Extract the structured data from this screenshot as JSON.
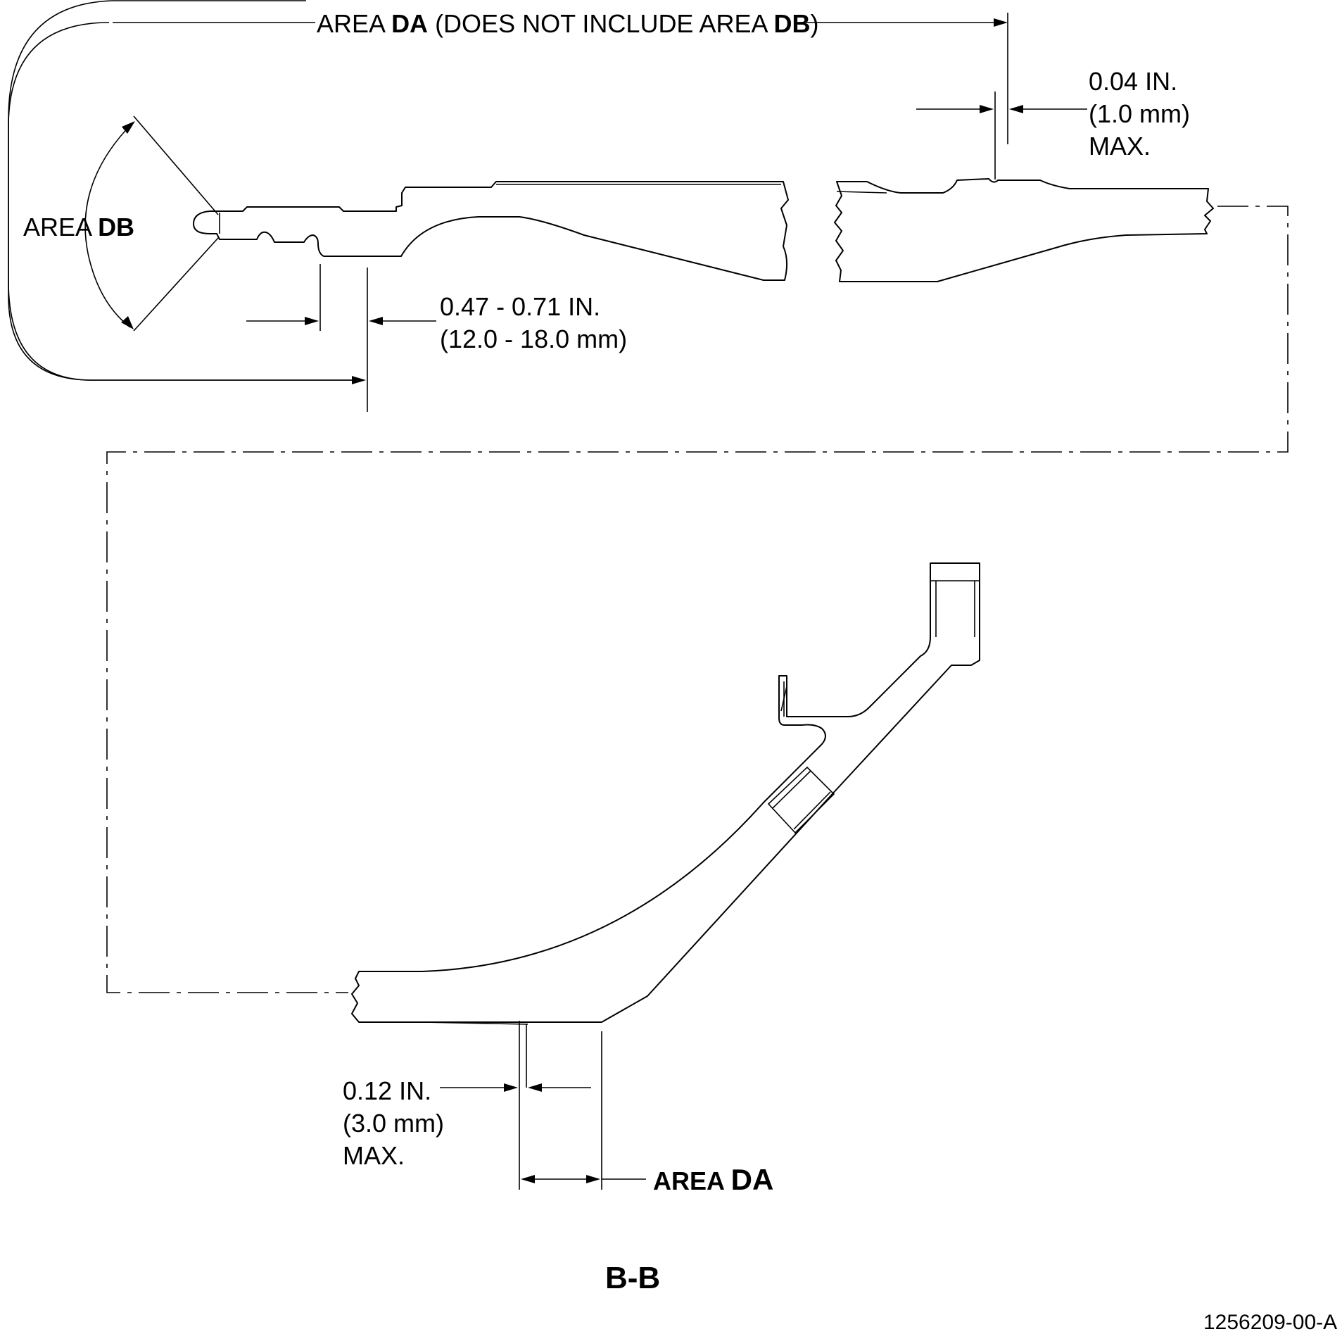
{
  "labels": {
    "area_da_note": {
      "prefix": "AREA ",
      "code_da": "DA",
      "middle": " (DOES NOT INCLUDE AREA ",
      "code_db": "DB",
      "suffix": ")"
    },
    "area_db": {
      "prefix": "AREA ",
      "code": "DB"
    },
    "dim_top_right": {
      "line1": "0.04 IN.",
      "line2": "(1.0 mm)",
      "line3": "MAX."
    },
    "dim_top_left": {
      "line1": "0.47 - 0.71 IN.",
      "line2": "(12.0 - 18.0 mm)"
    },
    "dim_bottom": {
      "line1": "0.12 IN.",
      "line2": "(3.0 mm)",
      "line3": "MAX."
    },
    "area_da_bottom": {
      "prefix": "AREA ",
      "code": "DA"
    },
    "section_label": "B-B",
    "drawing_number": "1256209-00-A"
  }
}
